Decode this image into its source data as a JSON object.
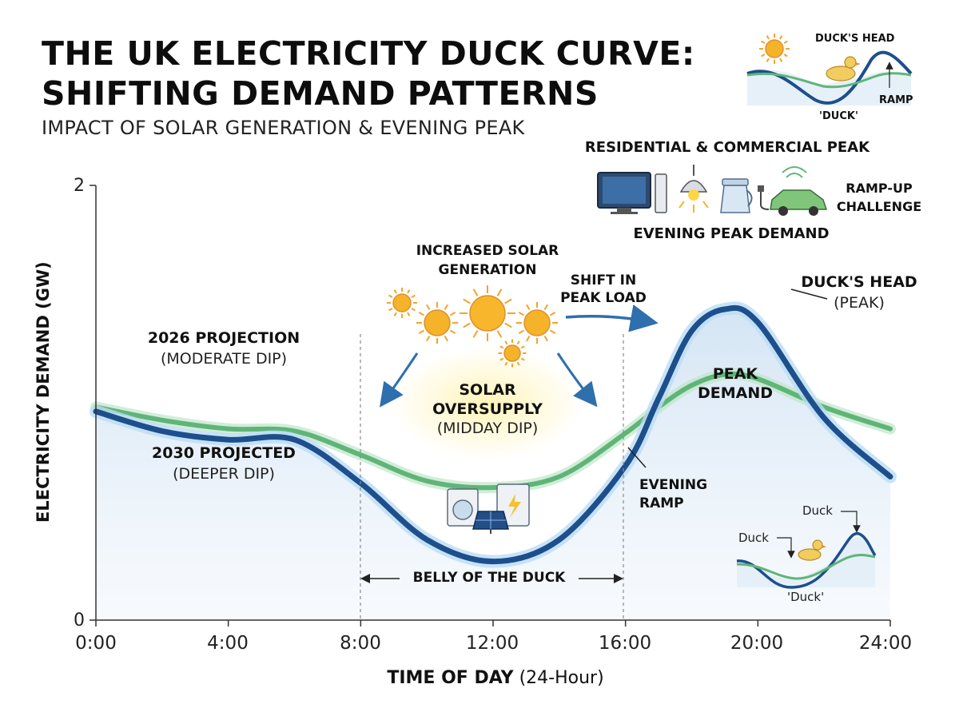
{
  "title_line1": "THE UK ELECTRICITY DUCK CURVE:",
  "title_line2": "SHIFTING DEMAND PATTERNS",
  "subtitle": "IMPACT OF SOLAR GENERATION & EVENING PEAK",
  "colors": {
    "series_2026": "#5fb577",
    "series_2030": "#1d4f8c",
    "fill": "#c6dcef",
    "sun": "#f5b32a",
    "arrow": "#2f6fad"
  },
  "annotations": {
    "projection_2026": "2026 PROJECTION",
    "projection_2026_note": "(MODERATE DIP)",
    "projection_2030": "2030 PROJECTED",
    "projection_2030_note": "(DEEPER DIP)",
    "increased_solar_1": "INCREASED SOLAR",
    "increased_solar_2": "GENERATION",
    "oversupply_1": "SOLAR",
    "oversupply_2": "OVERSUPPLY",
    "oversupply_note": "(MIDDAY DIP)",
    "shift_1": "SHIFT IN",
    "shift_2": "PEAK LOAD",
    "ducks_head": "DUCK'S HEAD",
    "ducks_head_note": "(PEAK)",
    "peak_demand_1": "PEAK",
    "peak_demand_2": "DEMAND",
    "evening_ramp_1": "EVENING",
    "evening_ramp_2": "RAMP",
    "belly": "BELLY OF THE DUCK",
    "residential_peak": "RESIDENTIAL & COMMERCIAL PEAK",
    "evening_peak_demand": "EVENING PEAK DEMAND",
    "ramp_up_1": "RAMP-UP",
    "ramp_up_2": "CHALLENGE"
  },
  "inset_top": {
    "head": "DUCK'S HEAD",
    "ramp": "RAMP",
    "duck": "'DUCK'"
  },
  "inset_bottom": {
    "left": "Duck",
    "right": "Duck",
    "duck": "'Duck'"
  },
  "chart_data": {
    "type": "line",
    "xlabel_bold": "TIME OF DAY",
    "xlabel_rest": "(24-Hour)",
    "ylabel": "ELECTRICITY DEMAND (GW)",
    "xlim": [
      0,
      24
    ],
    "ylim": [
      0,
      2
    ],
    "x_ticks": [
      "0:00",
      "4:00",
      "8:00",
      "12:00",
      "16:00",
      "20:00",
      "24:00"
    ],
    "y_ticks": [
      "0",
      "2"
    ],
    "series": [
      {
        "name": "2026 PROJECTION",
        "x": [
          0,
          2,
          4,
          6,
          8,
          10,
          12,
          14,
          16,
          17,
          18,
          19,
          20,
          22,
          24
        ],
        "y": [
          0.98,
          0.92,
          0.88,
          0.87,
          0.76,
          0.64,
          0.61,
          0.66,
          0.86,
          0.98,
          1.08,
          1.13,
          1.11,
          0.98,
          0.88
        ]
      },
      {
        "name": "2030 PROJECTED",
        "x": [
          0,
          2,
          4,
          6,
          8,
          10,
          12,
          14,
          16,
          17,
          18,
          19,
          20,
          22,
          24
        ],
        "y": [
          0.96,
          0.87,
          0.83,
          0.83,
          0.63,
          0.37,
          0.27,
          0.37,
          0.71,
          1.02,
          1.33,
          1.43,
          1.37,
          0.93,
          0.66
        ]
      }
    ]
  }
}
